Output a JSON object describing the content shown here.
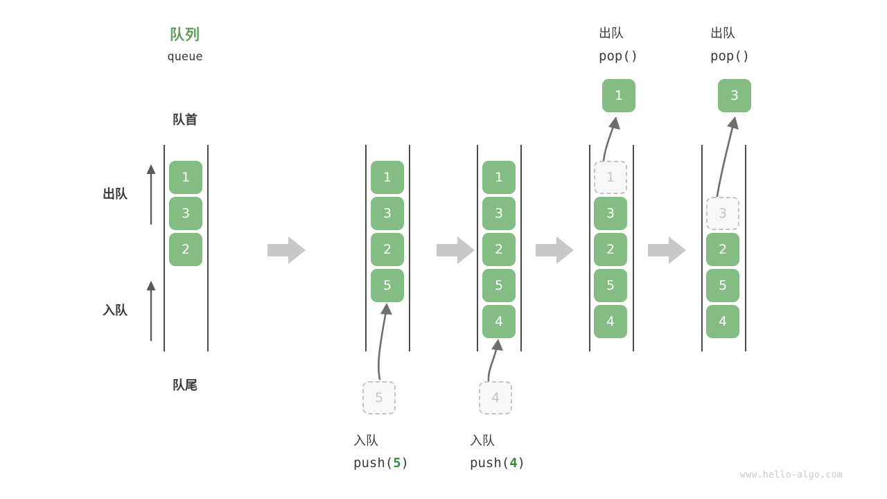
{
  "title": {
    "cn": "队列",
    "en": "queue"
  },
  "labels": {
    "front": "队首",
    "back": "队尾",
    "dequeue": "出队",
    "enqueue": "入队"
  },
  "watermark": "www.hello-algo.com",
  "colors": {
    "accent_green": "#84bd84",
    "title_green": "#5f9e5f",
    "arg_green": "#3c8a3c",
    "ghost_fill": "#f7f7f7",
    "ghost_border": "#c4c4c4",
    "rail": "#4a4a4a",
    "block_arrow": "#c8c8c8",
    "curve_arrow": "#6e6e6e",
    "text": "#3a3a3a",
    "watermark": "#c9c9c9"
  },
  "columns": [
    {
      "id": "initial",
      "nodes": [
        "1",
        "3",
        "2"
      ],
      "ghost_index": -1,
      "caption_cn": "",
      "caption_code_prefix": "",
      "caption_code_arg": "",
      "caption_code_suffix": "",
      "header_cn": "",
      "header_code": "",
      "result_value": ""
    },
    {
      "id": "push-5",
      "nodes": [
        "1",
        "3",
        "2",
        "5"
      ],
      "ghost_index": -1,
      "caption_cn": "入队",
      "caption_code_prefix": "push(",
      "caption_code_arg": "5",
      "caption_code_suffix": ")",
      "incoming_value": "5",
      "header_cn": "",
      "header_code": "",
      "result_value": ""
    },
    {
      "id": "push-4",
      "nodes": [
        "1",
        "3",
        "2",
        "5",
        "4"
      ],
      "ghost_index": -1,
      "caption_cn": "入队",
      "caption_code_prefix": "push(",
      "caption_code_arg": "4",
      "caption_code_suffix": ")",
      "incoming_value": "4",
      "header_cn": "",
      "header_code": "",
      "result_value": ""
    },
    {
      "id": "pop-1",
      "nodes": [
        "1",
        "3",
        "2",
        "5",
        "4"
      ],
      "ghost_index": 0,
      "caption_cn": "",
      "caption_code_prefix": "",
      "caption_code_arg": "",
      "caption_code_suffix": "",
      "header_cn": "出队",
      "header_code": "pop()",
      "result_value": "1"
    },
    {
      "id": "pop-3",
      "nodes": [
        "3",
        "2",
        "5",
        "4"
      ],
      "ghost_index": 0,
      "caption_cn": "",
      "caption_code_prefix": "",
      "caption_code_arg": "",
      "caption_code_suffix": "",
      "header_cn": "出队",
      "header_code": "pop()",
      "result_value": "3"
    }
  ]
}
